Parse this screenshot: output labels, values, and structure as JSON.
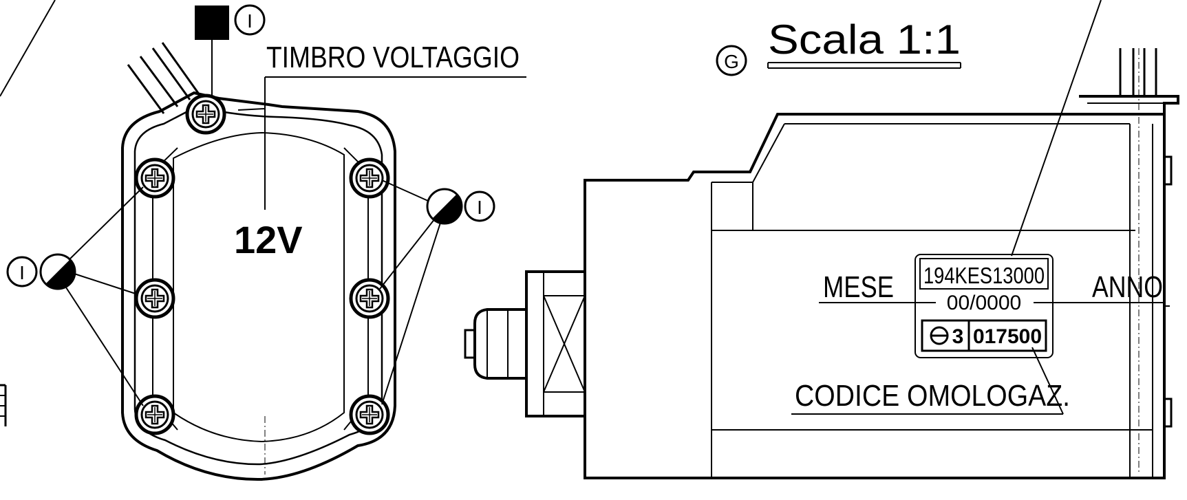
{
  "labels": {
    "voltage_stamp": "TIMBRO  VOLTAGGIO",
    "voltage_value": "12V",
    "scale_marker": "G",
    "scale": "Scala  1:1",
    "month": "MESE",
    "year": "ANNO",
    "part_code": "194KES13000",
    "date_code": "00/0000",
    "approval_prefix": "3",
    "approval_number": "017500",
    "approval_code": "CODICE  OMOLOGAZ.",
    "marker_top": "I",
    "marker_left": "I",
    "marker_right": "I"
  },
  "colors": {
    "ink": "#000000",
    "paper": "#ffffff"
  },
  "icons": [
    "solid-square-marker-icon",
    "half-filled-circle-marker-icon",
    "phillips-screw-icon",
    "circled-letter-icon",
    "approval-e-mark-icon"
  ]
}
